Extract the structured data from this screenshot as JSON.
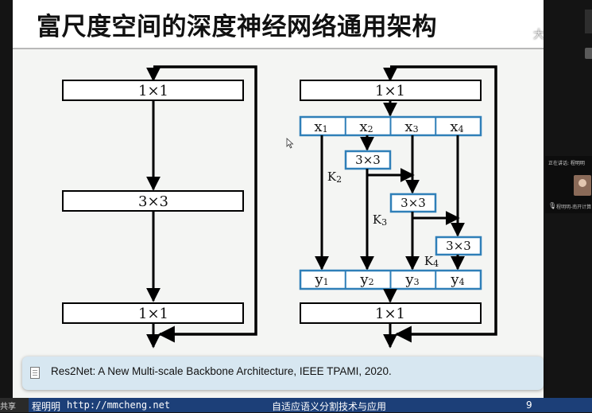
{
  "slide": {
    "title": "富尺度空间的深度神经网络通用架构",
    "watermark": "大雨平台"
  },
  "left_block": {
    "top": "1×1",
    "middle": "3×3",
    "bottom": "1×1"
  },
  "right_block": {
    "top": "1×1",
    "bottom": "1×1",
    "x_splits": [
      {
        "base": "x",
        "sub": "1"
      },
      {
        "base": "x",
        "sub": "2"
      },
      {
        "base": "x",
        "sub": "3"
      },
      {
        "base": "x",
        "sub": "4"
      }
    ],
    "y_splits": [
      {
        "base": "y",
        "sub": "1"
      },
      {
        "base": "y",
        "sub": "2"
      },
      {
        "base": "y",
        "sub": "3"
      },
      {
        "base": "y",
        "sub": "4"
      }
    ],
    "convs": [
      "3×3",
      "3×3",
      "3×3"
    ],
    "k_labels": [
      {
        "base": "K",
        "sub": "2"
      },
      {
        "base": "K",
        "sub": "3"
      },
      {
        "base": "K",
        "sub": "4"
      }
    ]
  },
  "reference": {
    "icon": "document-icon",
    "text": "Res2Net: A New Multi-scale Backbone Architecture, IEEE TPAMI, 2020."
  },
  "footer": {
    "left_label": "共享",
    "author": "程明明",
    "url": "http://mmcheng.net",
    "course": "自适应语义分割技术与应用",
    "page": "9"
  },
  "side_panel": {
    "status": "正在讲话: 程明明",
    "mic_icon": "microphone-icon",
    "name": "程明明-南开计算"
  },
  "colors": {
    "accent_blue": "#2f7fb8",
    "footer_bg": "#1c3f78",
    "reference_bg": "#d7e7f1"
  }
}
